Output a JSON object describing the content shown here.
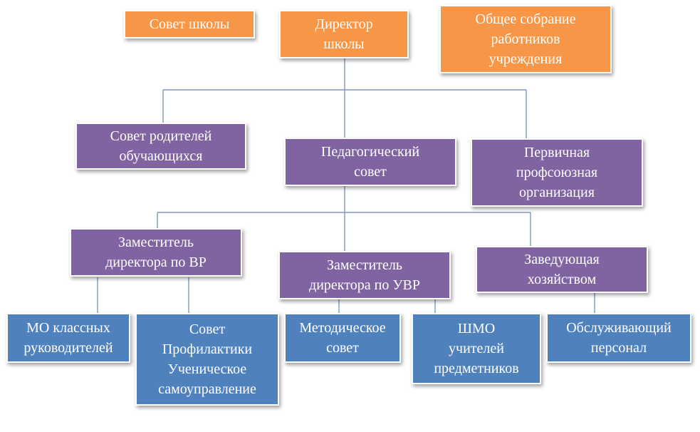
{
  "colors": {
    "orange": "#F79646",
    "purple": "#8064A2",
    "blue": "#4F81BD",
    "connector": "#7F97C0"
  },
  "nodes": {
    "school_council": "Совет школы",
    "school_director": "Директор\nшколы",
    "general_meeting": "Общее собрание\nработников\nучреждения",
    "parents_council": "Совет родителей\nобучающихся",
    "pedagogical_council": "Педагогический\nсовет",
    "trade_union": "Первичная\nпрофсоюзная\nорганизация",
    "deputy_vr": "Заместитель\nдиректора по ВР",
    "deputy_uvr": "Заместитель\nдиректора по УВР",
    "housekeeping_head": "Заведующая\nхозяйством",
    "mo_class_teachers": "МО классных\nруководителей",
    "prevention_council": "Совет\nПрофилактики\nУченическое\nсамоуправление",
    "methodical_council": "Методическое\nсовет",
    "shmo_subject_teachers": "ШМО\nучителей\nпредметников",
    "service_staff": "Обслуживающий\nперсонал"
  }
}
